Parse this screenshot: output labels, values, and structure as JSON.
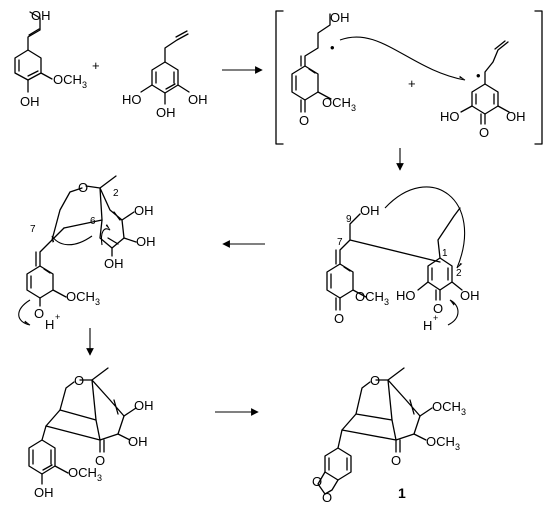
{
  "labels": {
    "oh": "OH",
    "o": "O",
    "o_ring": "O",
    "h_plus": "H",
    "plus_sign": "+",
    "och3_prefix": "OCH",
    "subscript_3": "3",
    "superscript_plus": "+",
    "ho": "HO",
    "radical_dot": "•"
  },
  "position_numbers": {
    "n1": "1",
    "n2": "2",
    "n6": "6",
    "n7": "7",
    "n9": "9"
  },
  "compound_label": "1",
  "colors": {
    "ink": "#000000",
    "background": "#ffffff"
  }
}
